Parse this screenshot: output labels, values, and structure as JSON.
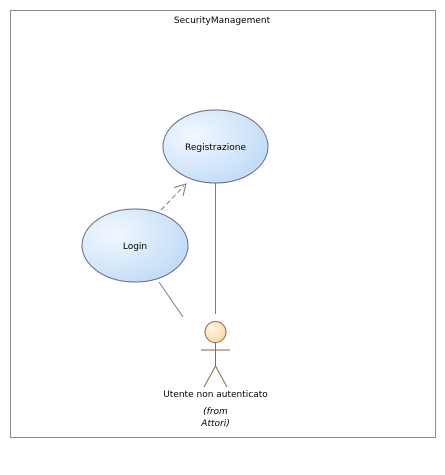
{
  "diagram": {
    "title": "SecurityManagement",
    "use_cases": [
      {
        "label": "Registrazione"
      },
      {
        "label": "Login"
      }
    ],
    "actor": {
      "label": "Utente non autenticato",
      "source_line1": "(from",
      "source_line2": "Attori)"
    },
    "colors": {
      "background": "#ffffff",
      "frame_border": "#8c8c8c",
      "use_case_fill_light": "#f3f8ff",
      "use_case_fill_dark": "#bcdaf6",
      "use_case_border": "#6b6b8a",
      "actor_head_fill": "#fde5bc",
      "actor_stroke": "#8b6a4e",
      "connector": "#7b7b7b"
    }
  }
}
